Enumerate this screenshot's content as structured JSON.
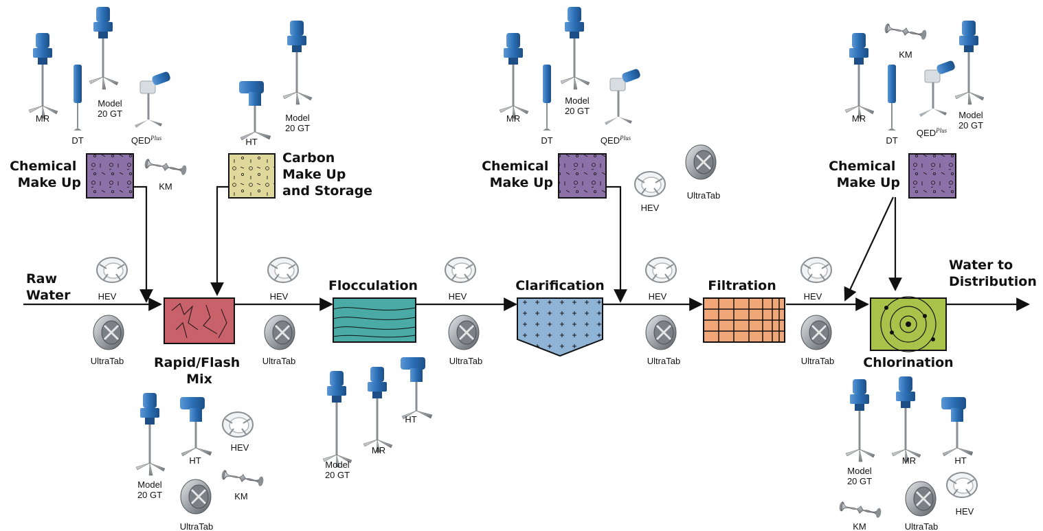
{
  "stages": {
    "raw_water": [
      "Raw",
      "Water"
    ],
    "chemical_makeup_1": [
      "Chemical",
      "Make Up"
    ],
    "carbon_makeup": [
      "Carbon",
      "Make Up",
      "and Storage"
    ],
    "rapid_flash_mix": [
      "Rapid/Flash",
      "Mix"
    ],
    "flocculation": "Flocculation",
    "clarification": "Clarification",
    "chemical_makeup_2": [
      "Chemical",
      "Make Up"
    ],
    "filtration": "Filtration",
    "chemical_makeup_3": [
      "Chemical",
      "Make Up"
    ],
    "chlorination": "Chlorination",
    "water_to_distribution": [
      "Water to",
      "Distribution"
    ]
  },
  "equipment": {
    "mr": "MR",
    "dt": "DT",
    "model_20gt": [
      "Model",
      "20 GT"
    ],
    "qed": "QED",
    "qed_sup": "Plus",
    "km": "KM",
    "ht": "HT",
    "hev": "HEV",
    "ultratab": "UltraTab"
  },
  "colors": {
    "chemical_box": "#8c71a8",
    "carbon_box": "#ded89a",
    "rapid_mix_box": "#c9616a",
    "flocculation_box": "#49aaa6",
    "clarification_box": "#8fb4d6",
    "filtration_box": "#f2a779",
    "chlorination_box": "#a9c34a",
    "mixer_blue": "#2b6fb5",
    "steel": "#9ea3a8"
  },
  "icons": {
    "agitator": "agitator-mixer-icon",
    "drum_mixer": "drum-mixer-icon",
    "hev_ring": "hev-static-mixer-icon",
    "ultratab_wheel": "ultratab-wafer-icon",
    "km_screw": "km-static-mixer-icon"
  }
}
